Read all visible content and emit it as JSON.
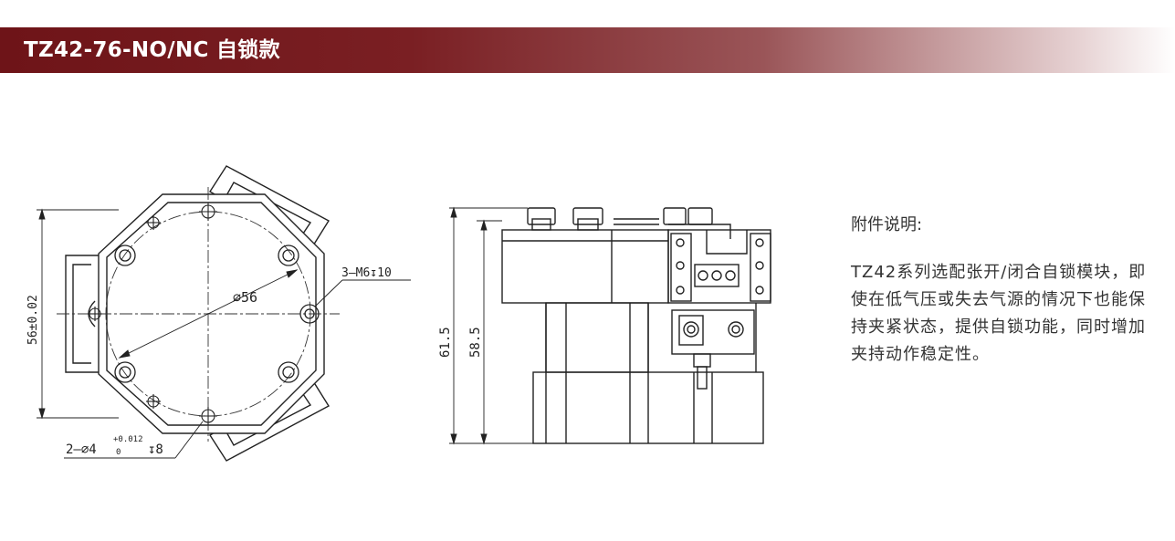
{
  "header": {
    "title": "TZ42-76-NO/NC 自锁款",
    "gradient_start": "#6e1418",
    "gradient_end": "#ffffff"
  },
  "front_view": {
    "height_dim": "56±0.02",
    "circle_dim": "⌀56",
    "thread_callout": "3–M6↧10",
    "pin_callout": "2–⌀4",
    "pin_tol_upper": "+0.012",
    "pin_tol_lower": "0",
    "pin_depth": "↧8"
  },
  "side_view": {
    "dim_total": "61.5",
    "dim_body": "58.5"
  },
  "notes": {
    "title": "附件说明:",
    "body": "TZ42系列选配张开/闭合自锁模块，即使在低气压或失去气源的情况下也能保持夹紧状态，提供自锁功能，同时增加夹持动作稳定性。"
  }
}
